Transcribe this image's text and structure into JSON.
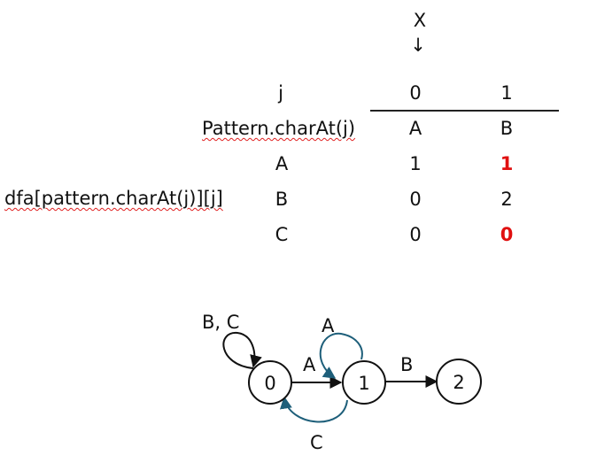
{
  "pointer": {
    "label": "X",
    "arrow": "↓"
  },
  "table": {
    "corner_label": "j",
    "columns": [
      "0",
      "1"
    ],
    "pattern_label": "Pattern.charAt(j)",
    "pattern_chars": [
      "A",
      "B"
    ],
    "dfa_label": "dfa[pattern.charAt(j)][j]",
    "rows": [
      {
        "char": "A",
        "values": [
          "1",
          "1"
        ],
        "highlight": [
          false,
          true
        ]
      },
      {
        "char": "B",
        "values": [
          "0",
          "2"
        ],
        "highlight": [
          false,
          false
        ]
      },
      {
        "char": "C",
        "values": [
          "0",
          "0"
        ],
        "highlight": [
          false,
          true
        ]
      }
    ],
    "highlight_color": "#e01010"
  },
  "diagram": {
    "states": [
      "0",
      "1",
      "2"
    ],
    "edges": [
      {
        "from": "0",
        "to": "0",
        "label": "B, C"
      },
      {
        "from": "0",
        "to": "1",
        "label": "A"
      },
      {
        "from": "1",
        "to": "1",
        "label": "A"
      },
      {
        "from": "1",
        "to": "2",
        "label": "B"
      },
      {
        "from": "1",
        "to": "0",
        "label": "C"
      }
    ],
    "back_edge_color": "#1e5f7a"
  }
}
